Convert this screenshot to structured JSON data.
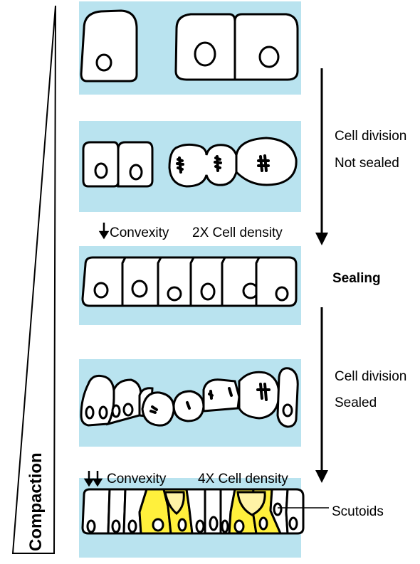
{
  "compaction_label": "Compaction",
  "annotations": {
    "cell_division_1": "Cell division",
    "not_sealed": "Not sealed",
    "convexity_1": "Convexity",
    "cell_density_2x": "2X Cell density",
    "sealing": "Sealing",
    "cell_division_2": "Cell division",
    "sealed": "Sealed",
    "convexity_2": "Convexity",
    "cell_density_4x": "4X Cell density",
    "scutoids": "Scutoids"
  },
  "colors": {
    "panel_background": "#b9e3ef",
    "scutoid_fill": "#fff03c",
    "scutoid_highlight": "#fff3a6",
    "outline": "#000000"
  },
  "stages": [
    {
      "id": "stage-1",
      "description_cells": 3
    },
    {
      "id": "stage-2",
      "description_cells": 5
    },
    {
      "id": "stage-3",
      "description_cells": 6
    },
    {
      "id": "stage-4",
      "description_cells": 9
    },
    {
      "id": "stage-5",
      "description_cells": 12
    }
  ]
}
